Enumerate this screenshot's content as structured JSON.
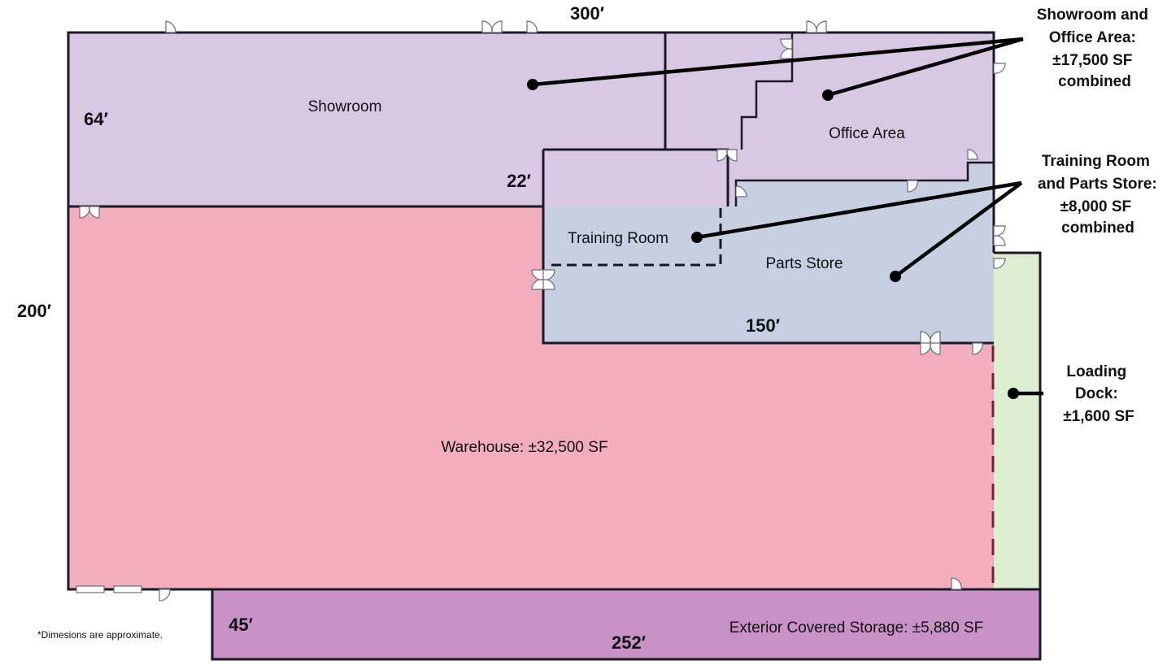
{
  "rooms": {
    "showroom": "Showroom",
    "office": "Office Area",
    "training": "Training Room",
    "parts": "Parts Store",
    "warehouse": "Warehouse: ±32,500 SF",
    "exterior": "Exterior Covered Storage: ±5,880 SF"
  },
  "dimensions": {
    "top_width": "300′",
    "showroom_depth": "64′",
    "step": "22′",
    "overall_depth": "200′",
    "parts_width": "150′",
    "exterior_depth": "45′",
    "exterior_width": "252′"
  },
  "callouts": {
    "showroom_office": [
      "Showroom and",
      "Office Area:",
      "±17,500 SF",
      "combined"
    ],
    "training_parts": [
      "Training Room",
      "and Parts Store:",
      "±8,000 SF",
      "combined"
    ],
    "loading_dock": [
      "Loading",
      "Dock:",
      "±1,600 SF"
    ]
  },
  "note": "*Dimesions are approximate.",
  "colors": {
    "showroom_office": "#d9c8e3",
    "training_parts": "#c9cfe2",
    "warehouse": "#f2aebf",
    "loading_dock": "#deedd0",
    "exterior": "#c892c6",
    "wall": "#1a1a24"
  }
}
